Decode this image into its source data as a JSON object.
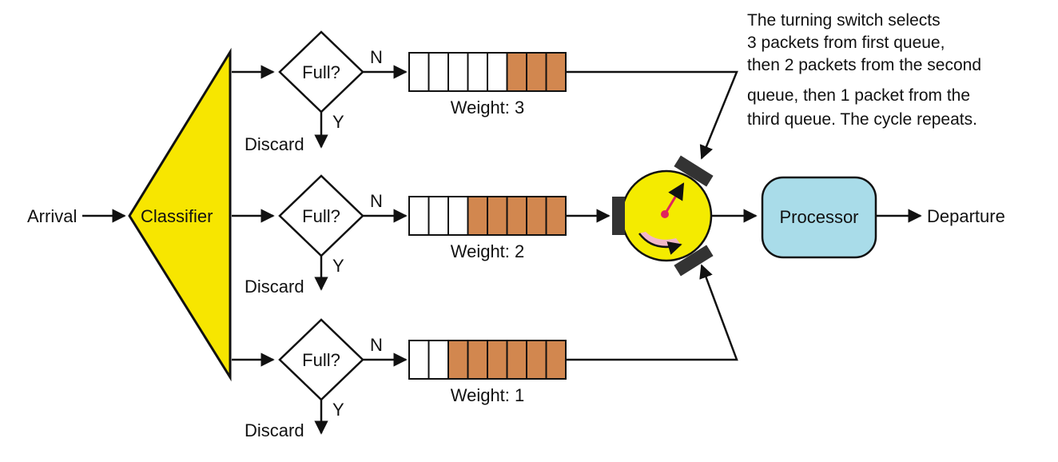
{
  "labels": {
    "arrival": "Arrival",
    "classifier": "Classifier",
    "processor": "Processor",
    "departure": "Departure"
  },
  "queues": [
    {
      "decision": "Full?",
      "no": "N",
      "yes": "Y",
      "discard": "Discard",
      "weight": "Weight: 3",
      "empty_slots": 5,
      "filled_slots": 3
    },
    {
      "decision": "Full?",
      "no": "N",
      "yes": "Y",
      "discard": "Discard",
      "weight": "Weight: 2",
      "empty_slots": 3,
      "filled_slots": 5
    },
    {
      "decision": "Full?",
      "no": "N",
      "yes": "Y",
      "discard": "Discard",
      "weight": "Weight: 1",
      "empty_slots": 2,
      "filled_slots": 6
    }
  ],
  "note": [
    "The turning switch selects",
    "3 packets from first queue,",
    "then 2 packets from the second",
    "queue, then 1 packet from the",
    "third queue. The cycle repeats."
  ],
  "colors": {
    "classifier": "#f7e600",
    "packet": "#d2874f",
    "slot_empty": "#ffffff",
    "processor": "#a9dce9",
    "switch": "#f4eb00",
    "pointer": "#e0245e",
    "switch_arc": "#f2b7c8",
    "contact": "#333333"
  }
}
